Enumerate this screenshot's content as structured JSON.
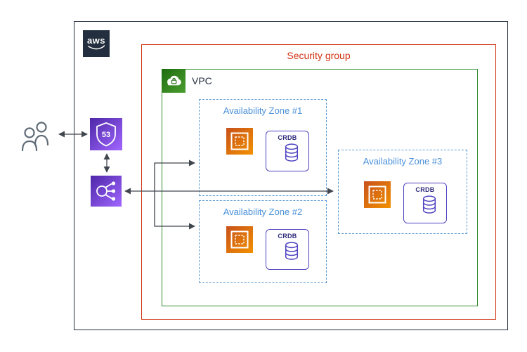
{
  "aws_cloud": {
    "logo_text": "aws"
  },
  "security_group": {
    "label": "Security group"
  },
  "vpc": {
    "label": "VPC"
  },
  "zones": [
    {
      "label": "Availability Zone #1"
    },
    {
      "label": "Availability Zone #2"
    },
    {
      "label": "Availability Zone #3"
    }
  ],
  "crdb": {
    "label": "CRDB"
  },
  "route53": {
    "label": "53"
  },
  "colors": {
    "az_border": "#5b9bd5",
    "az_label": "#4a90d9",
    "ec2_orange_start": "#c8511b",
    "ec2_orange_end": "#f29100",
    "purple_start": "#4d27a8",
    "purple_end": "#a166ff",
    "crdb_purple": "#4d41c0",
    "arrow": "#40464e",
    "outer_border": "#232f3e",
    "sg_red": "#d13212",
    "vpc_green": "#2e8b2e"
  }
}
